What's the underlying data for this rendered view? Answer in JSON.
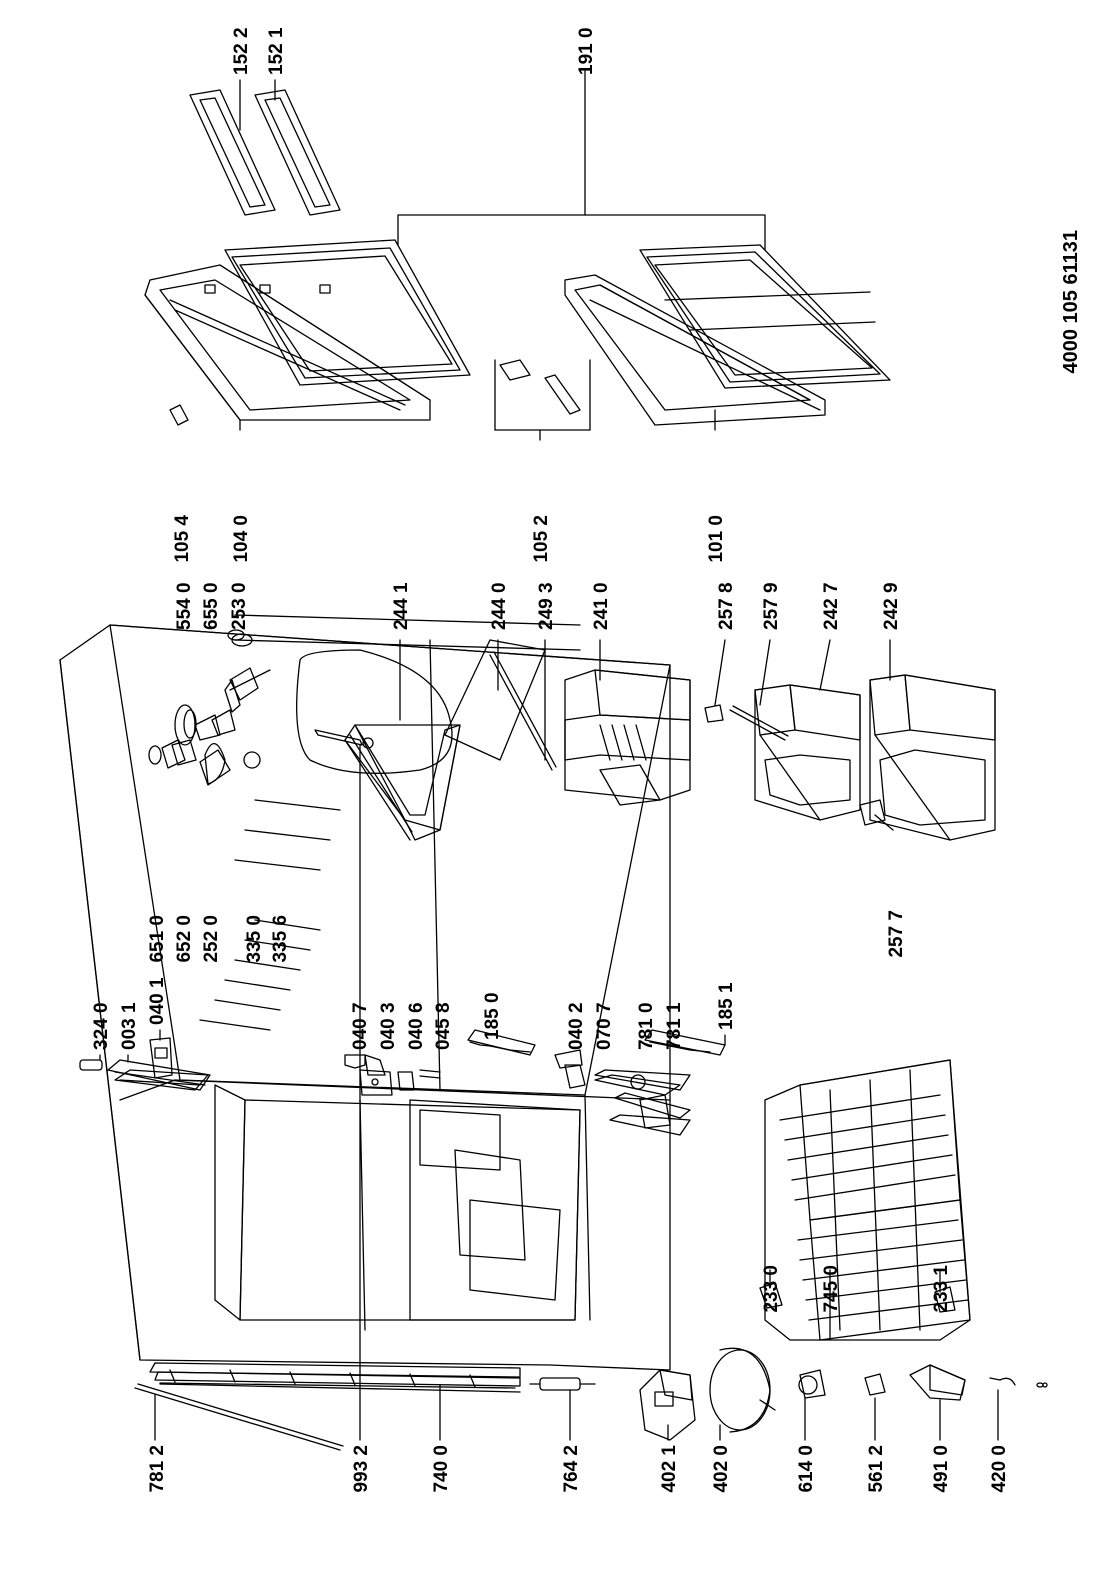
{
  "document_number": "4000 105 61131",
  "colors": {
    "ink": "#000000",
    "paper": "#ffffff"
  },
  "labels": {
    "p7812": "781 2",
    "p9932": "993 2",
    "p7400": "740 0",
    "p7642": "764 2",
    "p4021": "402 1",
    "p4020": "402 0",
    "p6140": "614 0",
    "p5612": "561 2",
    "p4910": "491 0",
    "p4200": "420 0",
    "p3240": "324 0",
    "p0031": "003 1",
    "p0401": "040 1",
    "p0407": "040 7",
    "p0403": "040 3",
    "p0406": "040 6",
    "p0458": "045 8",
    "p1850": "185 0",
    "p0402": "040 2",
    "p0707": "070 7",
    "p7810": "781 0",
    "p7811": "781 1",
    "p1851": "185 1",
    "p2330": "233 0",
    "p7450": "745 0",
    "p2331": "233 1",
    "p6510": "651 0",
    "p6520": "652 0",
    "p2520": "252 0",
    "p3350": "335 0",
    "p3356": "335 6",
    "p5540": "554 0",
    "p6550": "655 0",
    "p2530": "253 0",
    "p2441": "244 1",
    "p2440": "244 0",
    "p2493": "249 3",
    "p2410": "241 0",
    "p2578": "257 8",
    "p2579": "257 9",
    "p2427": "242 7",
    "p2429": "242 9",
    "p2577": "257 7",
    "p1054": "105 4",
    "p1040": "104 0",
    "p1052": "105 2",
    "p1010": "101 0",
    "p1522": "152 2",
    "p1521": "152 1",
    "p1910": "191 0"
  }
}
